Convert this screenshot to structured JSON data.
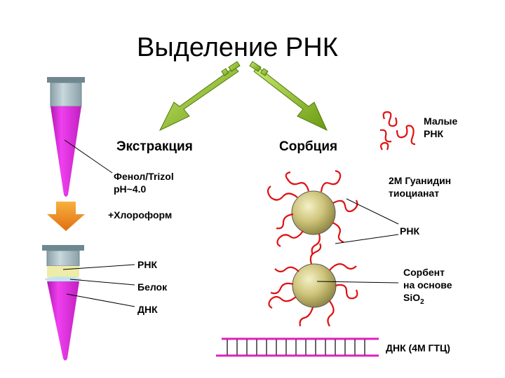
{
  "title": "Выделение РНК",
  "branches": {
    "extraction": "Экстракция",
    "sorption": "Сорбция"
  },
  "extraction": {
    "reagent_line1": "Фенол/Trizol",
    "reagent_line2": "pH~4.0",
    "add_step": "+Хлороформ",
    "layer_rna": "РНК",
    "layer_protein": "Белок",
    "layer_dna": "ДНК"
  },
  "sorption": {
    "small_rna_line1": "Малые",
    "small_rna_line2": "РНК",
    "buffer_line1": "2М Гуанидин",
    "buffer_line2": "тиоцианат",
    "rna": "РНК",
    "sorbent_line1": "Сорбент",
    "sorbent_line2": "на основе",
    "sorbent_line3_base": "SiO",
    "sorbent_line3_sub": "2",
    "dna": "ДНК (4М ГТЦ)"
  },
  "colors": {
    "tube_fill": "#dd22dd",
    "cap": "#9bb3ba",
    "arrow_green": "#8fbf1e",
    "down_arrow": "#f08a1a",
    "rna_strand": "#e01010",
    "bead": "#c9c27a",
    "dna_ladder": "#e020c0"
  }
}
